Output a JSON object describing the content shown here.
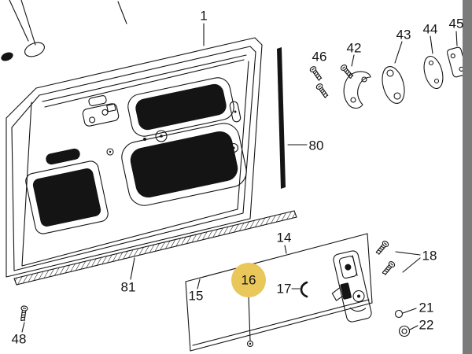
{
  "colors": {
    "paper": "#ffffff",
    "line": "#141414",
    "highlight": "#e9c75a",
    "edge_bar": "#7b7b7b"
  },
  "highlight": {
    "part": "16"
  },
  "parts": {
    "p1": "1",
    "p14": "14",
    "p15": "15",
    "p16": "16",
    "p17": "17",
    "p18": "18",
    "p21": "21",
    "p22": "22",
    "p42": "42",
    "p43": "43",
    "p44": "44",
    "p45": "45",
    "p46": "46",
    "p48": "48",
    "p80": "80",
    "p81": "81"
  }
}
